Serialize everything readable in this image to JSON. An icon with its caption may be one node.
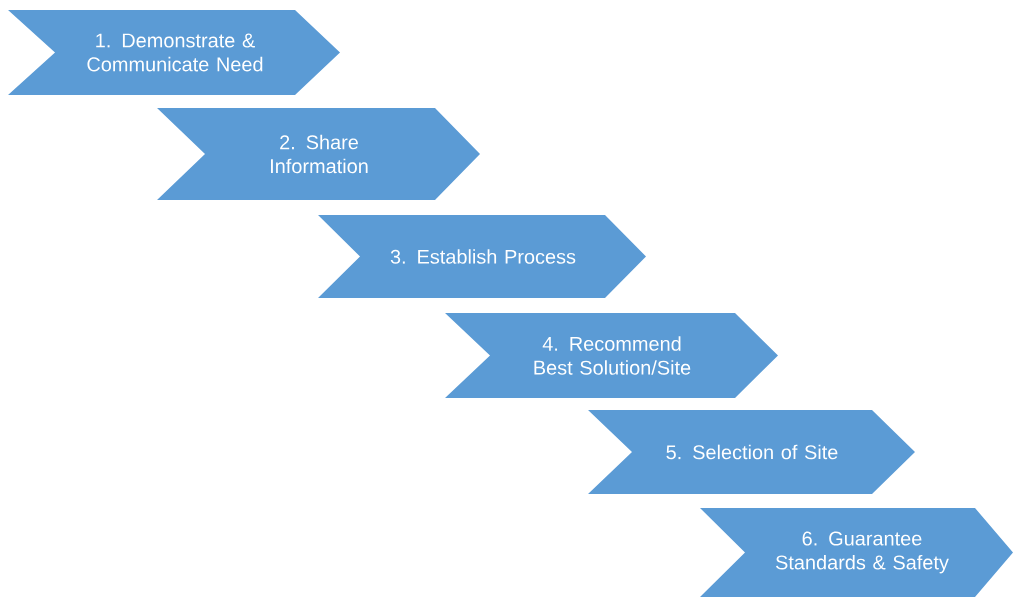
{
  "diagram": {
    "nodes": [
      {
        "text": [
          "1. Demonstrate & Communicate Need"
        ]
      },
      {
        "text": [
          "2. Share Information"
        ]
      },
      {
        "text": [
          "3. Establish Process"
        ]
      },
      {
        "text": [
          "4. Recommend Best Solution/Site"
        ]
      },
      {
        "text": [
          "5. Selection of Site"
        ]
      },
      {
        "text": [
          "6. Guarantee Standards & Safety"
        ]
      }
    ]
  }
}
